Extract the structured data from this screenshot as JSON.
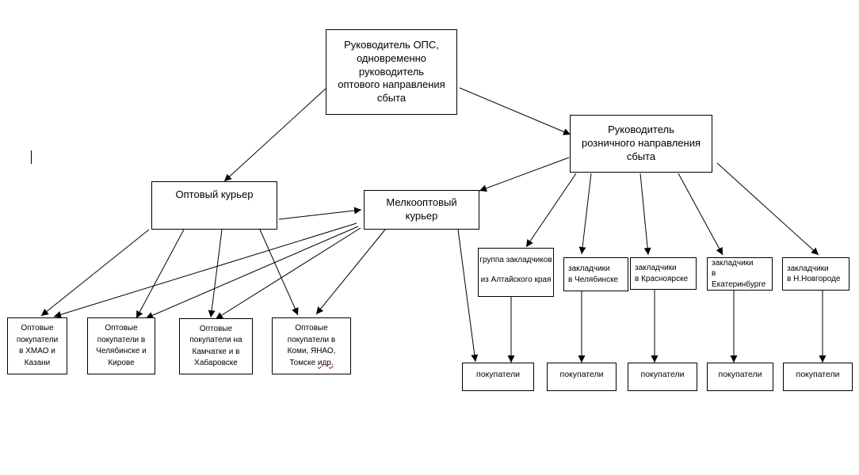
{
  "nodes": {
    "head": [
      "Руководитель  ОПС,",
      "одновременно",
      "руководитель",
      "оптового направления",
      "сбыта"
    ],
    "retail_head": [
      "Руководитель",
      "розничного направления",
      "сбыта"
    ],
    "wholesale_courier": "Оптовый курьер",
    "small_courier": [
      "Мелкооптовый",
      "курьер"
    ],
    "altai_group": [
      "группа закладчиков",
      "из Алтайского края"
    ],
    "chelyabinsk_dealers": [
      "закладчики",
      "в Челябинске"
    ],
    "krasnoyarsk_dealers": [
      "закладчики",
      "в Красноярске"
    ],
    "ekb_dealers": [
      "закладчики",
      "в Екатеринбурге"
    ],
    "nn_dealers": [
      "закладчики",
      "в Н.Новгороде"
    ],
    "buyers_khmao": [
      "Оптовые",
      "покупатели",
      "в ХМАО и",
      "Казани"
    ],
    "buyers_chel_kirov": [
      "Оптовые",
      "покупатели в",
      "Челябинске и",
      "Кирове"
    ],
    "buyers_kamchatka": [
      "Оптовые",
      "покупатели на",
      "Камчатке и в",
      "Хабаровске"
    ],
    "buyers_komi": [
      "Оптовые",
      "покупатели в",
      "Коми, ЯНАО,",
      "Томске"
    ],
    "buyers_komi_suffix": "идр.",
    "buyers_label": "покупатели"
  },
  "colors": {
    "line": "#000000",
    "background": "#ffffff",
    "spellcheck": "#c00000"
  }
}
